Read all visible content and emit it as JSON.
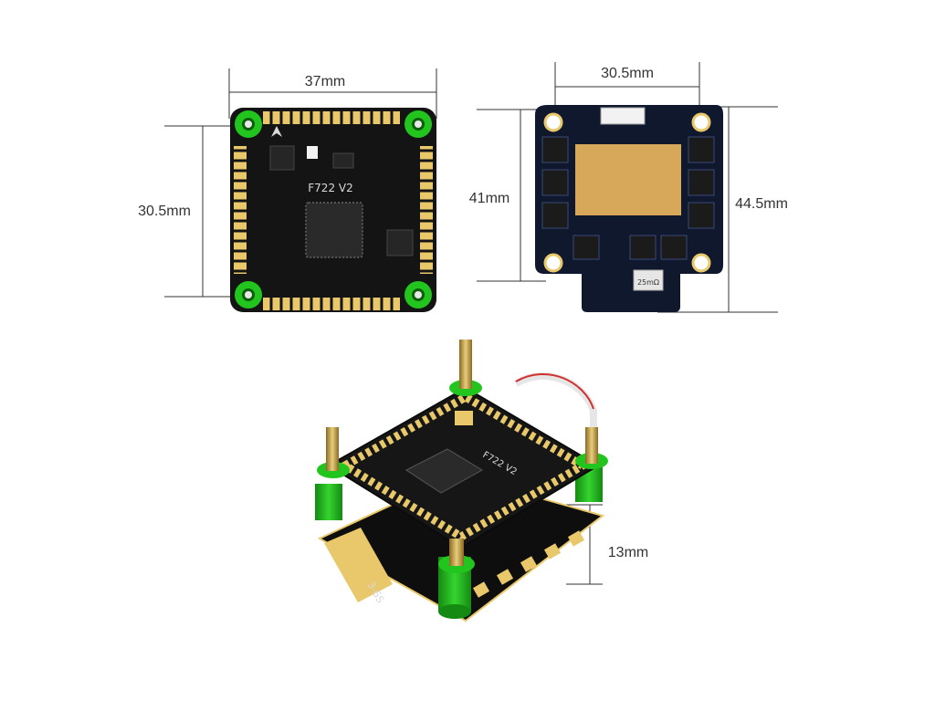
{
  "dimensions": {
    "fc_width": "37mm",
    "fc_height": "30.5mm",
    "esc_mount_spacing": "30.5mm",
    "esc_mount_height": "41mm",
    "esc_height": "44.5mm",
    "stack_height": "13mm"
  },
  "board_labels": {
    "fc_model": "F722 V2",
    "esc_shunt": "25mΩ",
    "esc_voltage": "3-6S"
  },
  "colors": {
    "pcb": "#141414",
    "esc_pcb": "#10182e",
    "standoff_green": "#22c51e",
    "pad_gold": "#e8c86a",
    "brass": "#c9a244"
  }
}
